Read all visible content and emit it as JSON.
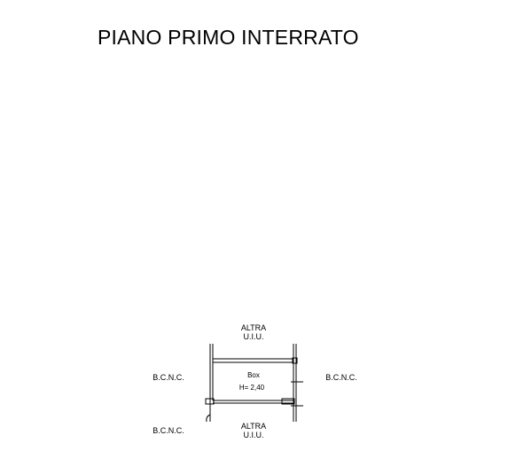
{
  "drawing": {
    "title": "PIANO PRIMO INTERRATO",
    "labels": {
      "top_line1": "ALTRA",
      "top_line2": "U.I.U.",
      "bottom_line1": "ALTRA",
      "bottom_line2": "U.I.U.",
      "left_middle": "B.C.N.C.",
      "right_middle": "B.C.N.C.",
      "left_bottom": "B.C.N.C."
    },
    "room": {
      "name": "Box",
      "height": "H= 2,40"
    },
    "line_color": "#000000"
  }
}
